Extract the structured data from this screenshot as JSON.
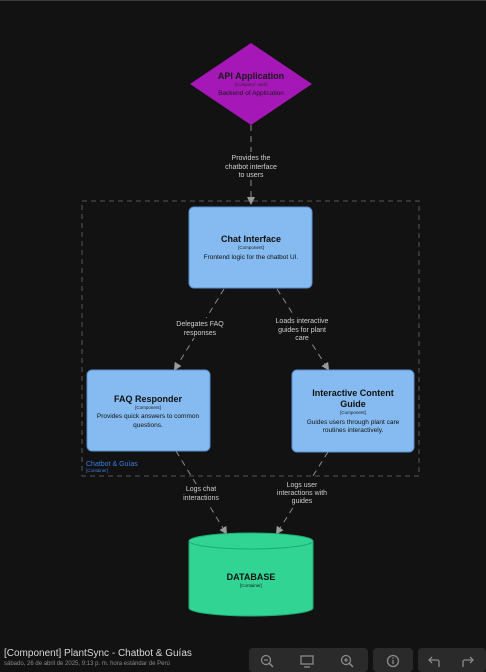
{
  "nodes": {
    "api": {
      "title": "API Application",
      "tag": "[Container: web]",
      "desc": "Backend of Application",
      "color": "#a517b6"
    },
    "chat": {
      "title": "Chat Interface",
      "tag": "[Component]",
      "desc": "Frontend logic for the chatbot UI.",
      "color": "#85bbf0"
    },
    "faq": {
      "title": "FAQ Responder",
      "tag": "[Component]",
      "desc1": "Provides quick answers to common",
      "desc2": "questions.",
      "color": "#85bbf0"
    },
    "guide": {
      "title1": "Interactive Content",
      "title2": "Guide",
      "tag": "[Component]",
      "desc1": "Guides users through plant care",
      "desc2": "routines interactively.",
      "color": "#85bbf0"
    },
    "db": {
      "title": "DATABASE",
      "tag": "[Container]",
      "color": "#32d494"
    }
  },
  "boundary": {
    "label": "Chatbot & Guías",
    "tag": "[Container]",
    "color": "#3a7fe0"
  },
  "edges": {
    "api_chat": [
      "Provides the",
      "chatbot interface",
      "to users"
    ],
    "chat_faq": [
      "Delegates FAQ",
      "responses"
    ],
    "chat_guide": [
      "Loads interactive",
      "guides for plant",
      "care"
    ],
    "faq_db": [
      "Logs chat",
      "interactions"
    ],
    "guide_db": [
      "Logs user",
      "interactions with",
      "guides"
    ]
  },
  "footer": {
    "title": "[Component] PlantSync - Chatbot & Guías",
    "subtitle": "sábado, 26 de abril de 2025, 9:13 p. m. hora estándar de Perú"
  },
  "toolbar": {
    "zoom_out_icon": "zoom-out-icon",
    "fit_icon": "fit-screen-icon",
    "zoom_in_icon": "zoom-in-icon",
    "info_icon": "info-icon",
    "back_icon": "back-icon",
    "forward_icon": "forward-icon"
  }
}
